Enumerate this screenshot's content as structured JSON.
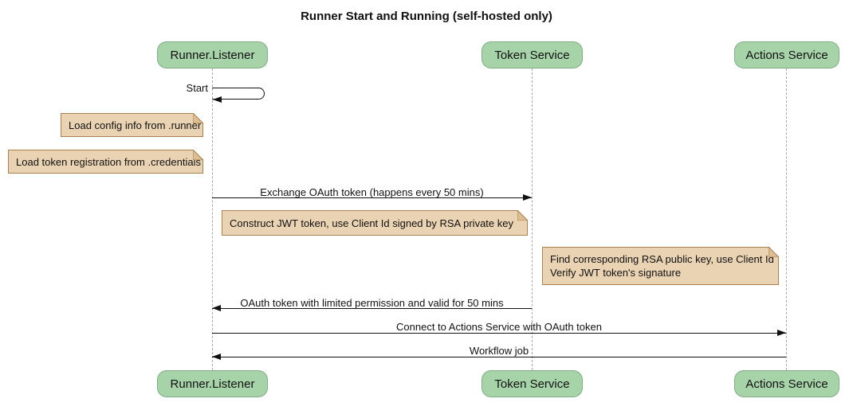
{
  "title": "Runner Start and Running (self-hosted only)",
  "colors": {
    "participant_fill": "#A7D3A9",
    "participant_border": "#82AC85",
    "note_fill": "#EAD3B2",
    "note_border": "#A8824F",
    "note_fold": "#DCBE92",
    "lifeline": "#A8A8A8",
    "arrow": "#111111",
    "text": "#111111",
    "bg": "#FFFFFF"
  },
  "participants": [
    {
      "name": "Runner.Listener"
    },
    {
      "name": "Token Service"
    },
    {
      "name": "Actions Service"
    }
  ],
  "messages": {
    "self_message": "Start",
    "exchange": "Exchange OAuth token (happens every 50 mins)",
    "oauth_return": "OAuth token with limited permission and valid for 50 mins",
    "connect": "Connect to Actions Service with OAuth token",
    "workflow": "Workflow job"
  },
  "notes": {
    "load_config": "Load config info from .runner",
    "load_token": "Load token registration from .credentials",
    "construct_jwt": "Construct JWT token, use Client Id signed by RSA private key",
    "find_rsa_line1": "Find corresponding RSA public key, use Client Id",
    "find_rsa_line2": "Verify JWT token's signature"
  }
}
